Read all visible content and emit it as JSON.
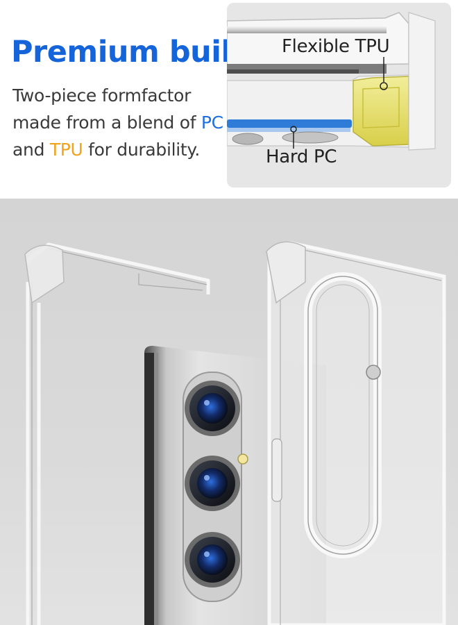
{
  "headline": "Premium build.",
  "description": {
    "line1": "Two-piece formfactor",
    "line2_prefix": "made from a blend of ",
    "pc": "PC",
    "line3_prefix": "and ",
    "tpu": "TPU",
    "line3_suffix": " for durability."
  },
  "callouts": {
    "flexible_tpu": "Flexible TPU",
    "hard_pc": "Hard PC"
  },
  "colors": {
    "brand_blue": "#1664d9",
    "pc_blue": "#1f6fe0",
    "tpu_orange": "#f1a21a",
    "tpu_yellow": "#e9e27a"
  }
}
